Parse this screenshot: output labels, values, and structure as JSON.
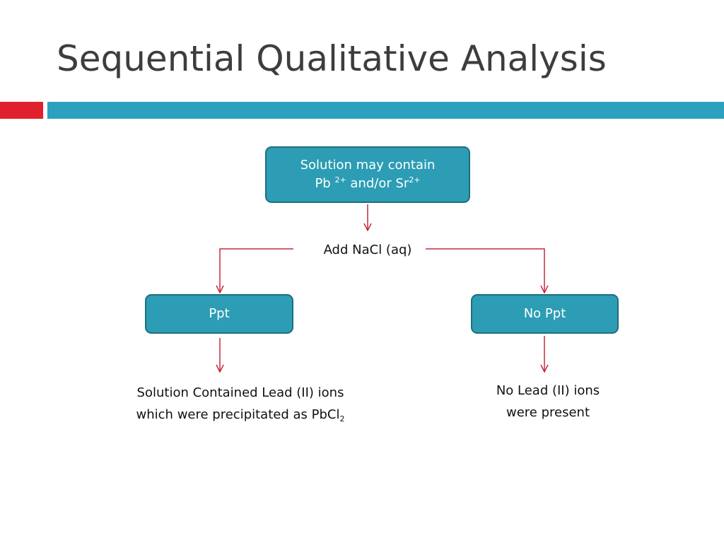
{
  "title": "Sequential Qualitative Analysis",
  "colors": {
    "box_fill": "#2c9db4",
    "box_border": "#1f6e7e",
    "accent_red": "#e0202c",
    "accent_blue": "#2ca0bf",
    "connector": "#c8283a"
  },
  "nodes": {
    "start": {
      "line1": "Solution may contain",
      "line2_a": "Pb",
      "line2_a_sup": "2+",
      "line2_b": "and/or Sr",
      "line2_b_sup": "2+"
    },
    "reagent": "Add NaCl (aq)",
    "ppt": "Ppt",
    "no_ppt": "No Ppt",
    "result_left": {
      "line1": "Solution Contained Lead (II) ions",
      "line2": "which were precipitated as PbCl",
      "line2_sub": "2"
    },
    "result_right": {
      "line1": "No Lead (II) ions",
      "line2": "were present"
    }
  }
}
